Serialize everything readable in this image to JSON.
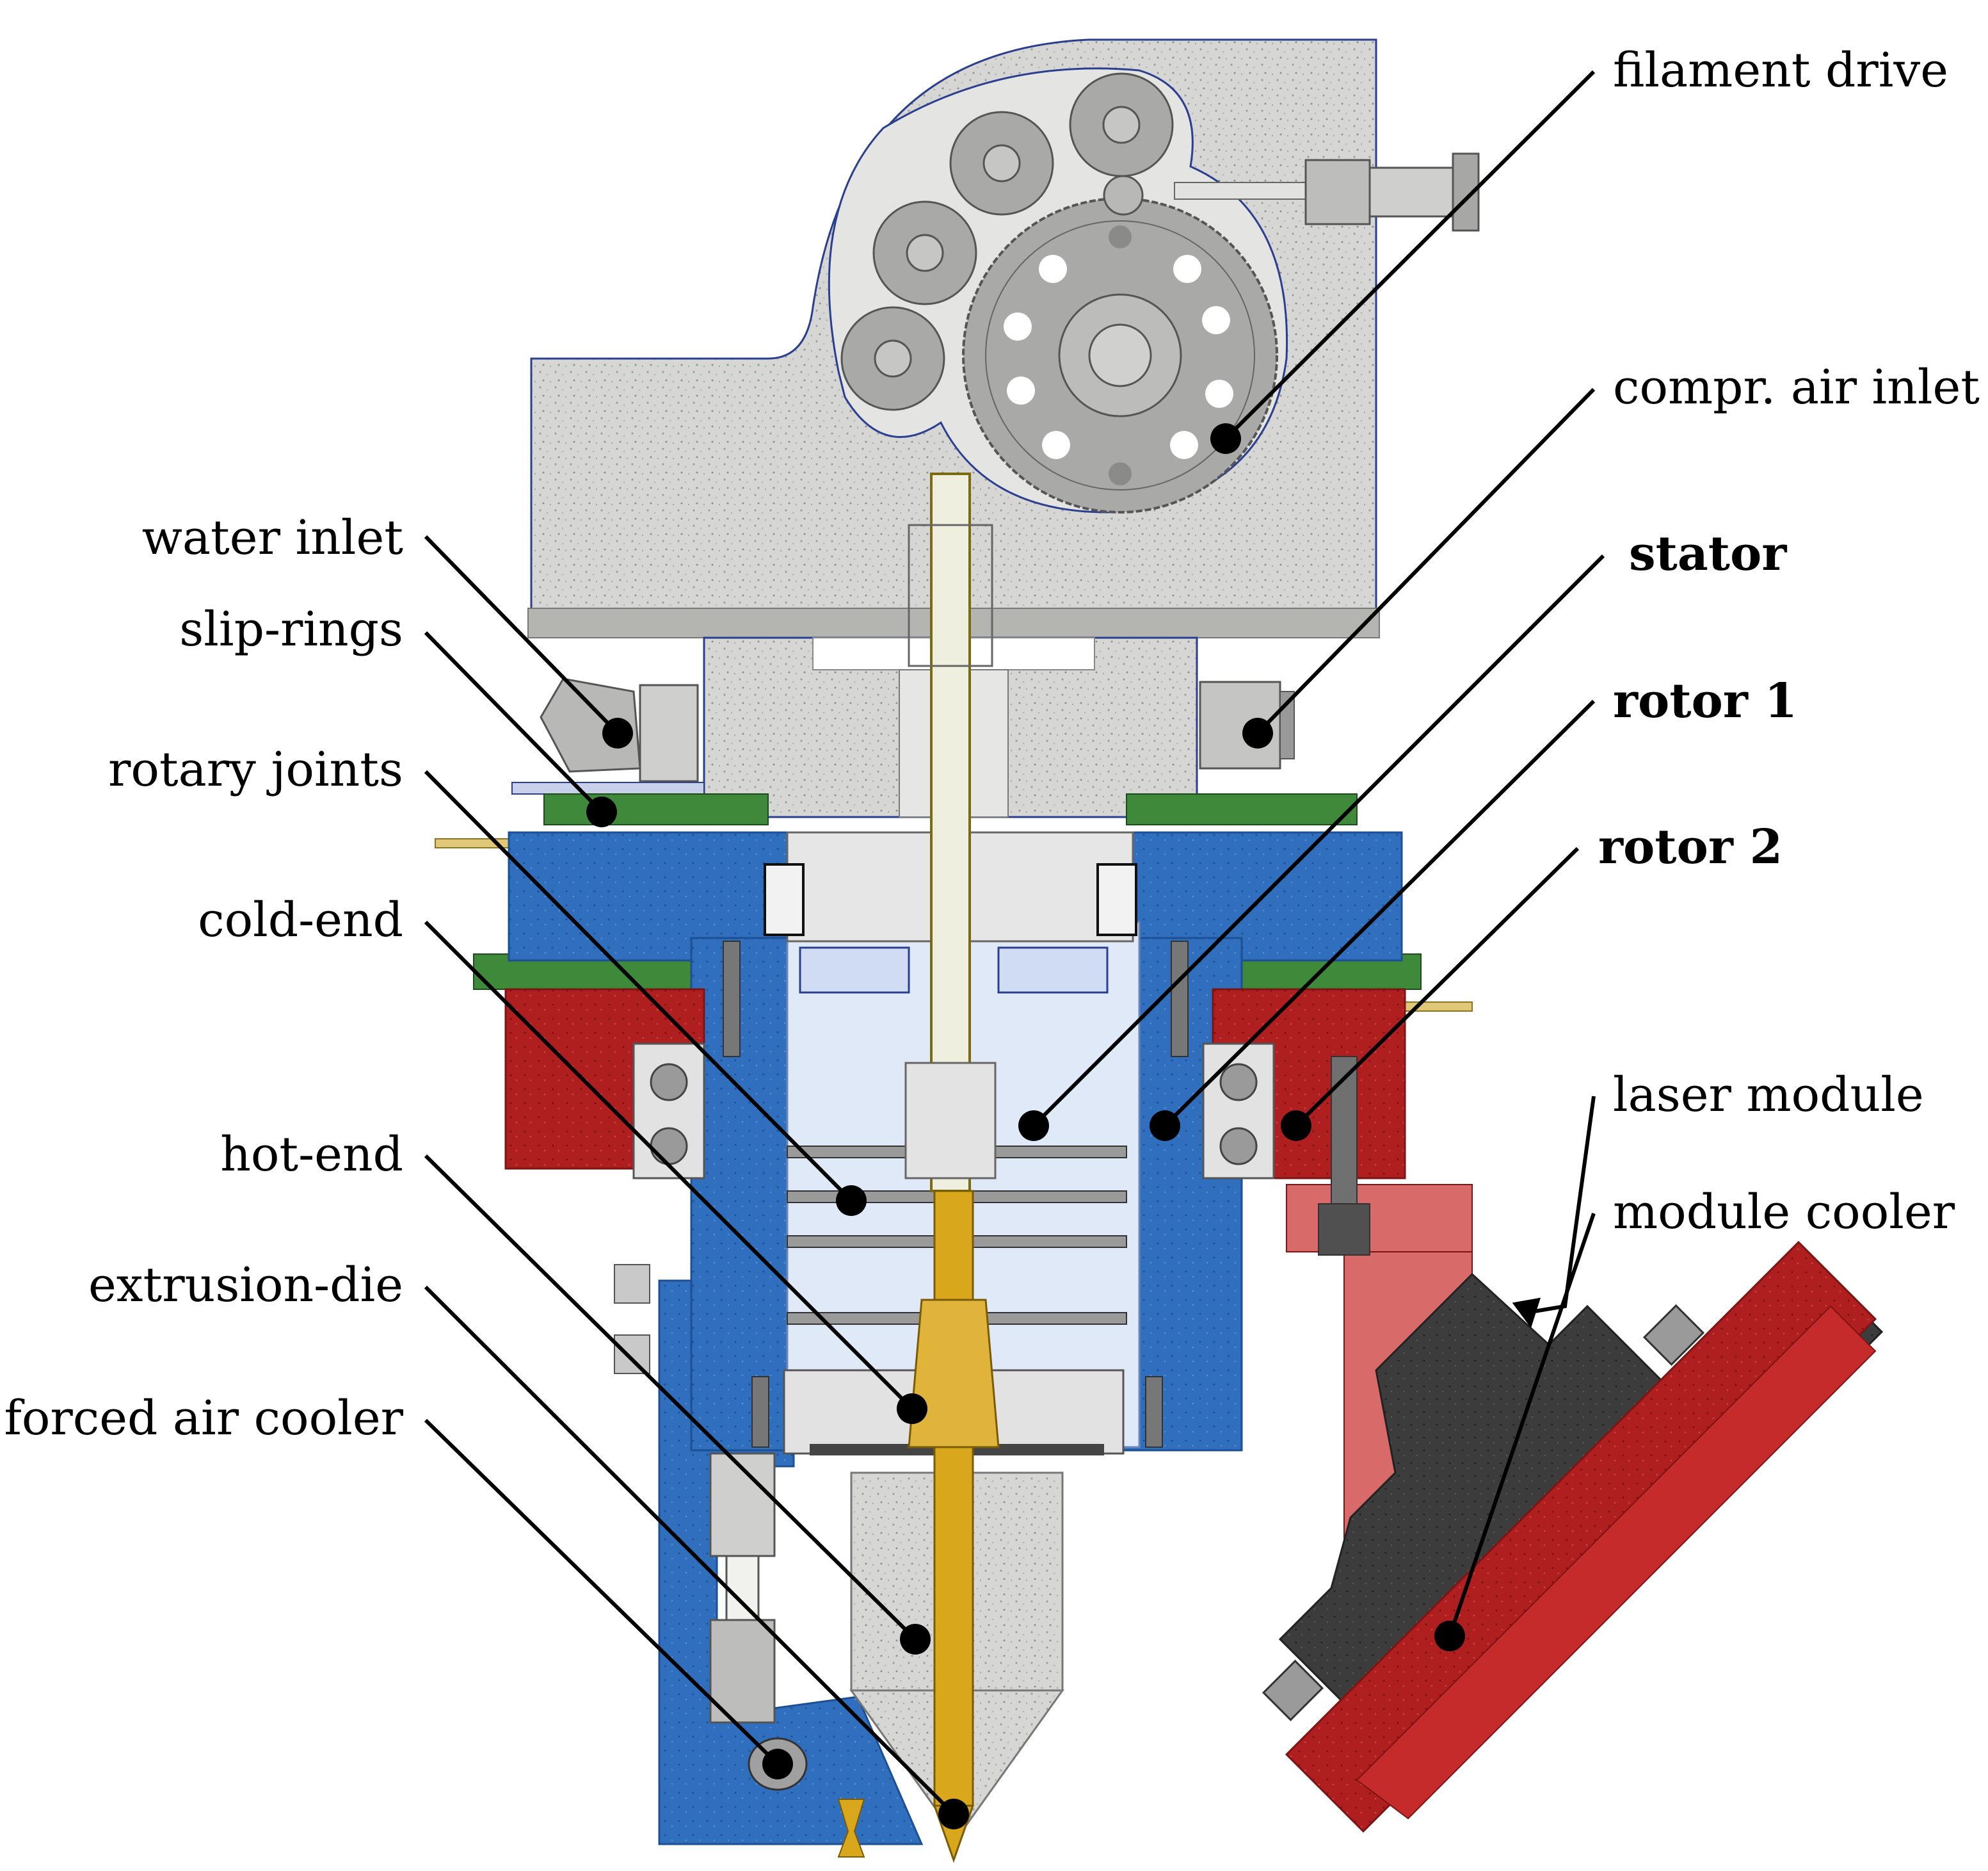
{
  "colors": {
    "housing": "#d6d6d4",
    "housing_edge": "#2a3f8f",
    "blue": "#2f6fbd",
    "blue_dark": "#1d4f94",
    "red": "#b01f1f",
    "red_dark": "#7e1414",
    "red_light": "#d96a6a",
    "green": "#3f8a3a",
    "brass": "#d9a71c",
    "glass": "#dfe9f7",
    "dark": "#3c3c3c",
    "gear": "#a9a9a7"
  },
  "labels": {
    "filament_drive": "filament drive",
    "compr_air_inlet": "compr. air inlet",
    "stator": "stator",
    "rotor_1": "rotor 1",
    "rotor_2": "rotor 2",
    "laser_module": "laser module",
    "module_cooler": "module cooler",
    "water_inlet": "water inlet",
    "slip_rings": "slip-rings",
    "rotary_joints": "rotary joints",
    "cold_end": "cold-end",
    "hot_end": "hot-end",
    "extrusion_die": "extrusion-die",
    "forced_air_cooler": "forced air cooler"
  }
}
